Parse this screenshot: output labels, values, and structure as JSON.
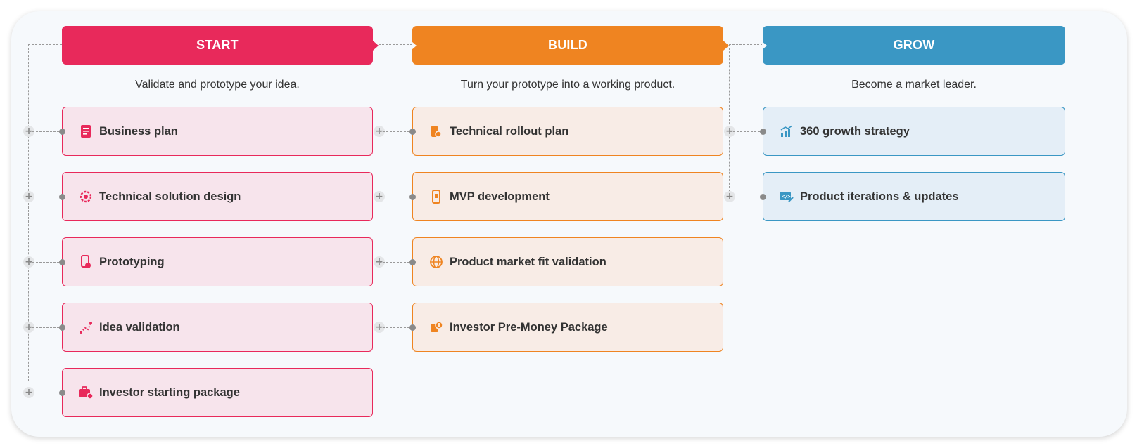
{
  "colors": {
    "start": "#e8295b",
    "build": "#ef8421",
    "grow": "#3a97c4"
  },
  "columns": [
    {
      "title": "START",
      "subtitle": "Validate and prototype your idea.",
      "items": [
        {
          "label": "Business plan",
          "icon": "document-icon"
        },
        {
          "label": "Technical solution design",
          "icon": "gear-icon"
        },
        {
          "label": "Prototyping",
          "icon": "tap-phone-icon"
        },
        {
          "label": "Idea validation",
          "icon": "path-icon"
        },
        {
          "label": "Investor starting package",
          "icon": "briefcase-icon"
        }
      ]
    },
    {
      "title": "BUILD",
      "subtitle": "Turn your prototype into a working product.",
      "items": [
        {
          "label": "Technical rollout plan",
          "icon": "puzzle-icon"
        },
        {
          "label": "MVP development",
          "icon": "mobile-icon"
        },
        {
          "label": "Product market fit validation",
          "icon": "globe-icon"
        },
        {
          "label": "Investor Pre-Money Package",
          "icon": "money-icon"
        }
      ]
    },
    {
      "title": "GROW",
      "subtitle": "Become a market leader.",
      "items": [
        {
          "label": "360 growth strategy",
          "icon": "chart-icon"
        },
        {
          "label": "Product iterations & updates",
          "icon": "code-edit-icon"
        }
      ]
    }
  ]
}
